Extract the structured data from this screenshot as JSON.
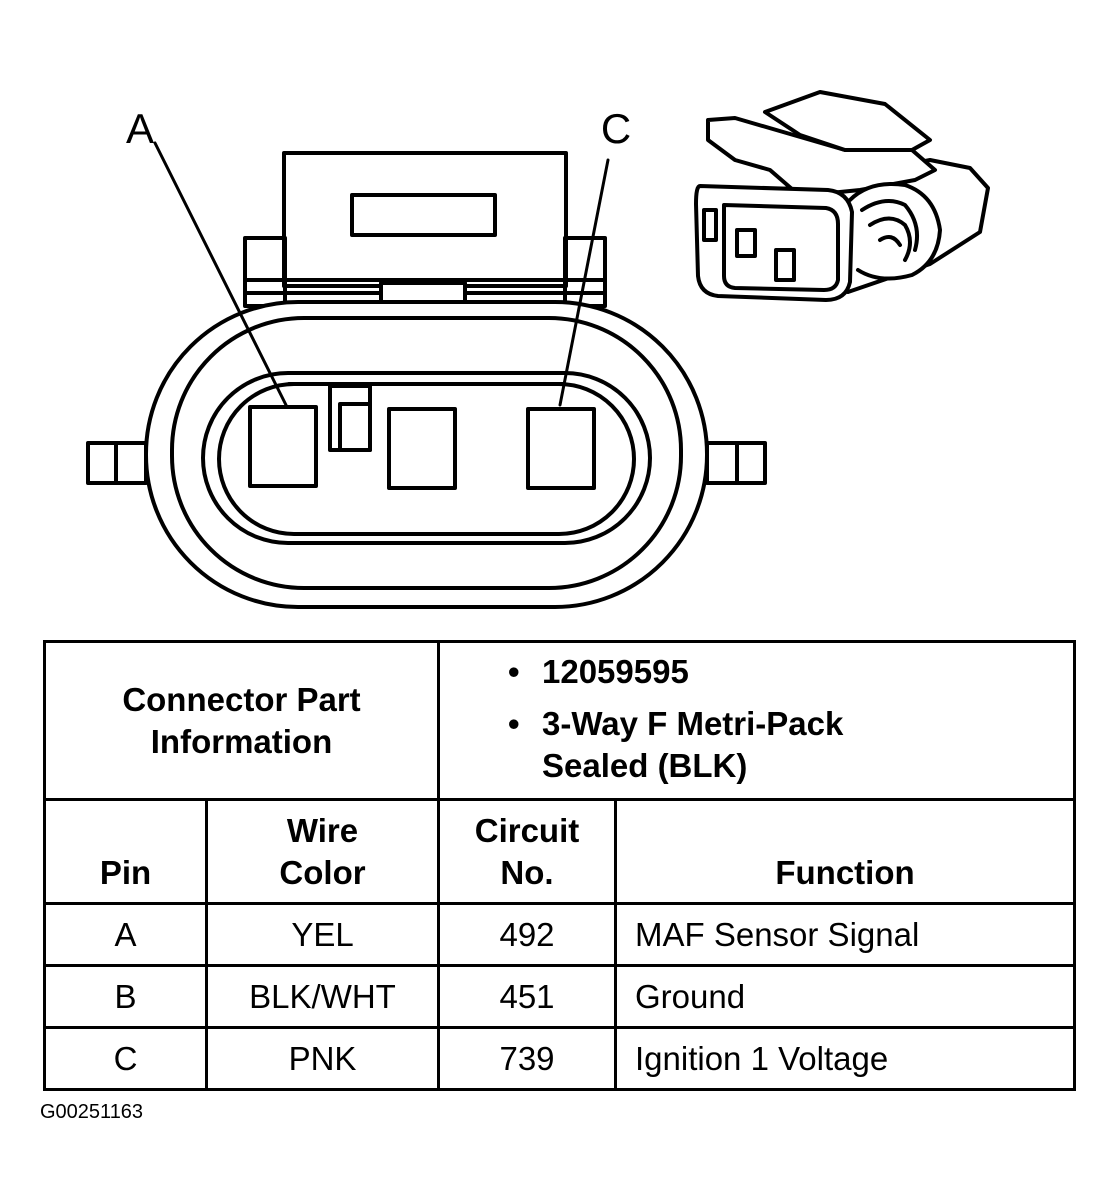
{
  "diagram": {
    "callouts": {
      "pin_a": "A",
      "pin_c": "C"
    }
  },
  "connector_info": {
    "label": "Connector Part\nInformation",
    "values": [
      "12059595",
      "3-Way F Metri-Pack\nSealed (BLK)"
    ]
  },
  "pin_table": {
    "headers": {
      "pin": "Pin",
      "wire_color": "Wire\nColor",
      "circuit": "Circuit\nNo.",
      "function": "Function"
    },
    "rows": [
      {
        "pin": "A",
        "wire_color": "YEL",
        "circuit": "492",
        "function": "MAF Sensor Signal"
      },
      {
        "pin": "B",
        "wire_color": "BLK/WHT",
        "circuit": "451",
        "function": "Ground"
      },
      {
        "pin": "C",
        "wire_color": "PNK",
        "circuit": "739",
        "function": "Ignition 1 Voltage"
      }
    ]
  },
  "figure_id": "G00251163"
}
